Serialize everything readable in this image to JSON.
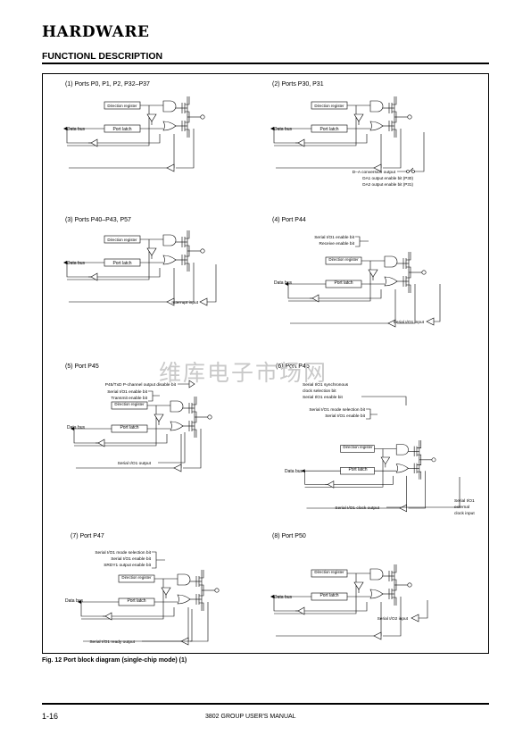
{
  "header": {
    "title": "HARDWARE",
    "subtitle": "FUNCTIONL DESCRIPTION"
  },
  "watermark": "维库电子市场网",
  "figure_caption": "Fig. 12  Port block diagram (single-chip mode) (1)",
  "footer": {
    "page": "1-16",
    "manual": "3802 GROUP USER'S MANUAL"
  },
  "common": {
    "direction_register": "Direction register",
    "port_latch": "Port latch",
    "data_bus": "Data bus"
  },
  "panels": [
    {
      "title": "(1) Ports P0, P1, P2, P32–P37",
      "labels": []
    },
    {
      "title": "(2) Ports P30, P31",
      "labels": [
        "D–A conversion output",
        "DA1 output enable bit (P30)",
        "DA2 output enable bit (P31)"
      ]
    },
    {
      "title": "(3) Ports P40–P43, P57",
      "labels": [
        "Interrupt input"
      ]
    },
    {
      "title": "(4) Port P44",
      "labels": [
        "Serial I/O1 enable bit",
        "Receive enable bit",
        "Serial I/O1 input"
      ]
    },
    {
      "title": "(5) Port P45",
      "labels": [
        "P45/TxD P-channel output disable bit",
        "Serial I/O1 enable bit",
        "Transmit enable bit",
        "Serial I/O1 output"
      ]
    },
    {
      "title": "(6) Port P46",
      "labels": [
        "Serial I/O1 synchronous",
        "clock selection bit",
        "Serial I/O1 enable bit",
        "Serial I/O1 mode selection bit",
        "Serial I/O1 enable bit",
        "Serial I/O1 clock output",
        "Serial I/O1",
        "external",
        "clock input"
      ]
    },
    {
      "title": "(7) Port P47",
      "labels": [
        "Serial I/O1 mode selection bit",
        "Serial I/O1 enable bit",
        "SRDY1 output enable bit",
        "Serial I/O1 ready output"
      ]
    },
    {
      "title": "(8) Port P50",
      "labels": [
        "Serial I/O2 input"
      ]
    }
  ]
}
